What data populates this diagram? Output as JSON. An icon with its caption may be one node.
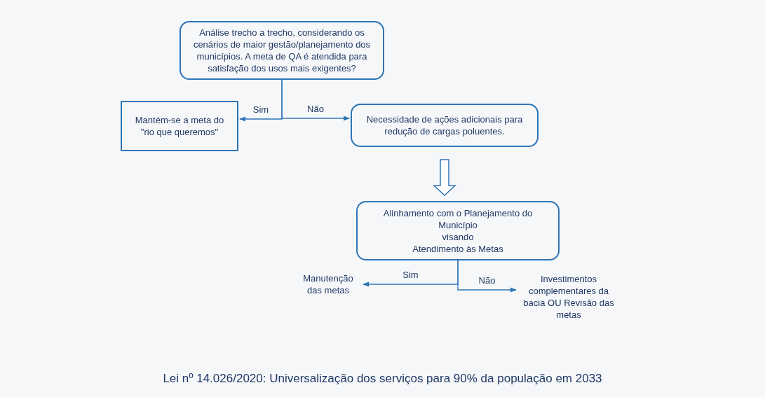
{
  "diagram": {
    "caption": "Lei nº 14.026/2020: Universalização dos serviços para 90% da população em 2033",
    "nodes": [
      {
        "text": [
          "Análise trecho a trecho, considerando os cenários de maior gestão/planejamento dos municípios. A meta de QA é atendida para satisfação dos usos mais exigentes?"
        ]
      },
      {
        "text": [
          "Mantém-se a meta do \"rio que queremos\""
        ]
      },
      {
        "text": [
          "Necessidade de ações adicionais para redução de cargas poluentes."
        ]
      },
      {
        "text": [
          "Alinhamento com o Planejamento do Município",
          "visando",
          "Atendimento às Metas"
        ]
      },
      {
        "text": [
          "Manutenção das metas"
        ]
      },
      {
        "text": [
          "Investimentos complementares da bacia OU Revisão das metas"
        ]
      }
    ],
    "edges": [
      {
        "from": 0,
        "to": 1,
        "arrow": "to",
        "label": "Sim"
      },
      {
        "from": 0,
        "to": 2,
        "arrow": "to",
        "label": "Não"
      },
      {
        "from": 2,
        "to": 3,
        "arrow": "to",
        "style": "thick"
      },
      {
        "from": 3,
        "to": 4,
        "arrow": "to",
        "label": "Sim"
      },
      {
        "from": 3,
        "to": 5,
        "arrow": "to",
        "label": "Não"
      }
    ]
  }
}
